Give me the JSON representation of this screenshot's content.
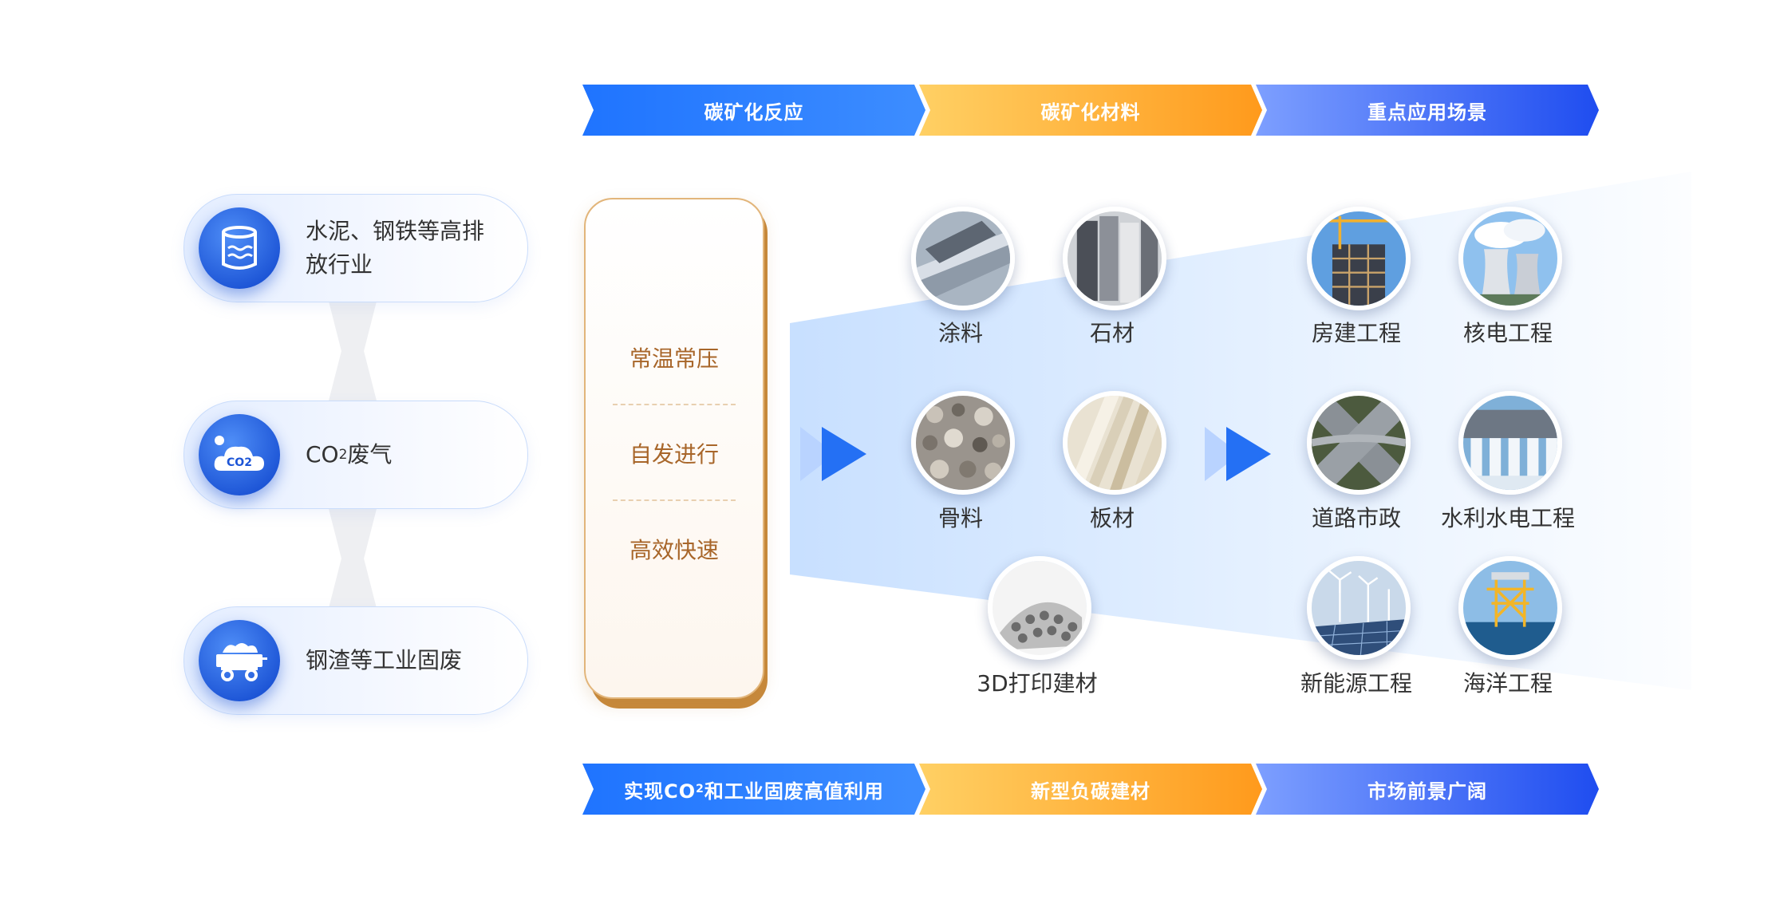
{
  "top_banners": [
    {
      "label": "碳矿化反应"
    },
    {
      "label": "碳矿化材料"
    },
    {
      "label": "重点应用场景"
    }
  ],
  "bottom_banners": [
    {
      "prefix": "实现CO",
      "sub": "2",
      "suffix": "和工业固废高值利用"
    },
    {
      "label": "新型负碳建材"
    },
    {
      "label": "市场前景广阔"
    }
  ],
  "sources": [
    {
      "label": "水泥、钢铁等高排放行业",
      "icon": "cement-tank-icon"
    },
    {
      "prefix": "CO",
      "sub": "2",
      "suffix": "废气",
      "icon": "co2-cloud-icon",
      "icon_text": "CO2"
    },
    {
      "label": "钢渣等工业固废",
      "icon": "mine-cart-icon"
    }
  ],
  "process_steps": [
    "常温常压",
    "自发进行",
    "高效快速"
  ],
  "materials": [
    {
      "label": "涂料",
      "icon": "coating-photo"
    },
    {
      "label": "石材",
      "icon": "stone-photo"
    },
    {
      "label": "骨料",
      "icon": "aggregate-photo"
    },
    {
      "label": "板材",
      "icon": "board-photo"
    },
    {
      "label": "3D打印建材",
      "icon": "3d-print-photo"
    }
  ],
  "applications": [
    {
      "label": "房建工程",
      "icon": "building-construction-photo"
    },
    {
      "label": "核电工程",
      "icon": "nuclear-plant-photo"
    },
    {
      "label": "道路市政",
      "icon": "road-interchange-photo"
    },
    {
      "label": "水利水电工程",
      "icon": "dam-photo"
    },
    {
      "label": "新能源工程",
      "icon": "wind-solar-photo"
    },
    {
      "label": "海洋工程",
      "icon": "offshore-platform-photo"
    }
  ],
  "colors": {
    "blue": "#1f74ff",
    "orange": "#ff9a1c",
    "indigo": "#1f4df0",
    "process_text": "#a8662a"
  }
}
